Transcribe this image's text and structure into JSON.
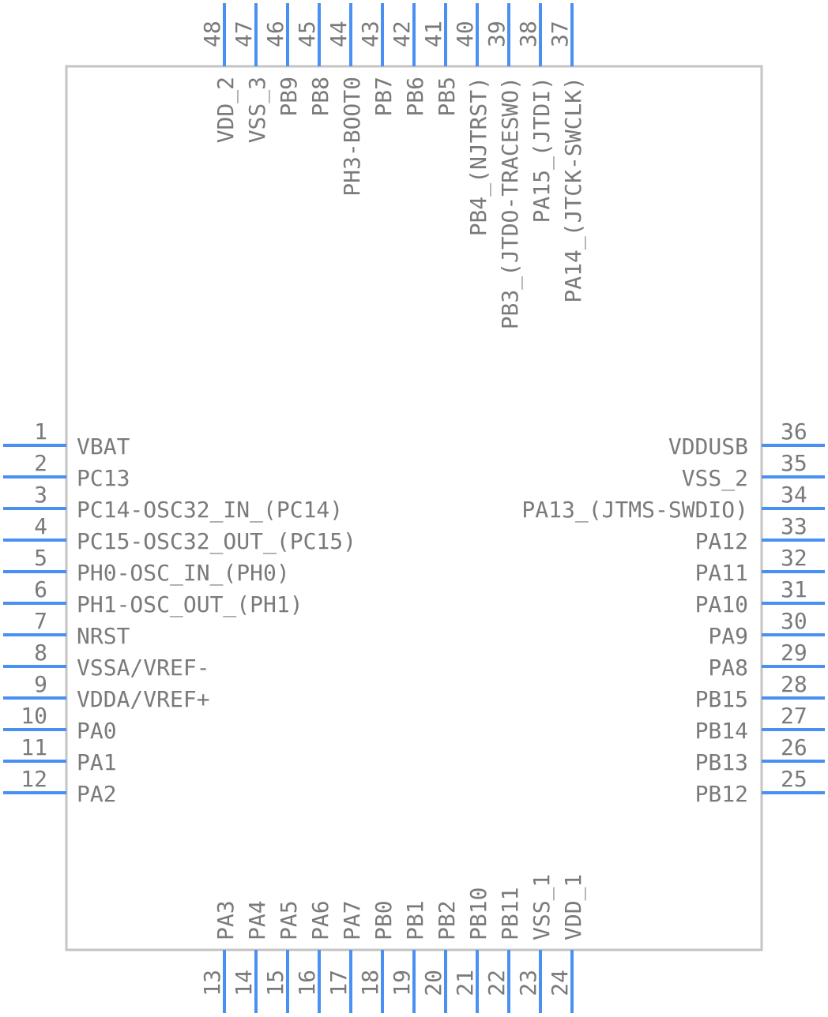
{
  "left_pins": [
    {
      "number": "1",
      "label": "VBAT"
    },
    {
      "number": "2",
      "label": "PC13"
    },
    {
      "number": "3",
      "label": "PC14-OSC32_IN_(PC14)"
    },
    {
      "number": "4",
      "label": "PC15-OSC32_OUT_(PC15)"
    },
    {
      "number": "5",
      "label": "PH0-OSC_IN_(PH0)"
    },
    {
      "number": "6",
      "label": "PH1-OSC_OUT_(PH1)"
    },
    {
      "number": "7",
      "label": "NRST"
    },
    {
      "number": "8",
      "label": "VSSA/VREF-"
    },
    {
      "number": "9",
      "label": "VDDA/VREF+"
    },
    {
      "number": "10",
      "label": "PA0"
    },
    {
      "number": "11",
      "label": "PA1"
    },
    {
      "number": "12",
      "label": "PA2"
    }
  ],
  "bottom_pins": [
    {
      "number": "13",
      "label": "PA3"
    },
    {
      "number": "14",
      "label": "PA4"
    },
    {
      "number": "15",
      "label": "PA5"
    },
    {
      "number": "16",
      "label": "PA6"
    },
    {
      "number": "17",
      "label": "PA7"
    },
    {
      "number": "18",
      "label": "PB0"
    },
    {
      "number": "19",
      "label": "PB1"
    },
    {
      "number": "20",
      "label": "PB2"
    },
    {
      "number": "21",
      "label": "PB10"
    },
    {
      "number": "22",
      "label": "PB11"
    },
    {
      "number": "23",
      "label": "VSS_1"
    },
    {
      "number": "24",
      "label": "VDD_1"
    }
  ],
  "right_pins": [
    {
      "number": "36",
      "label": "VDDUSB"
    },
    {
      "number": "35",
      "label": "VSS_2"
    },
    {
      "number": "34",
      "label": "PA13_(JTMS-SWDIO)"
    },
    {
      "number": "33",
      "label": "PA12"
    },
    {
      "number": "32",
      "label": "PA11"
    },
    {
      "number": "31",
      "label": "PA10"
    },
    {
      "number": "30",
      "label": "PA9"
    },
    {
      "number": "29",
      "label": "PA8"
    },
    {
      "number": "28",
      "label": "PB15"
    },
    {
      "number": "27",
      "label": "PB14"
    },
    {
      "number": "26",
      "label": "PB13"
    },
    {
      "number": "25",
      "label": "PB12"
    }
  ],
  "top_pins": [
    {
      "number": "48",
      "label": "VDD_2"
    },
    {
      "number": "47",
      "label": "VSS_3"
    },
    {
      "number": "46",
      "label": "PB9"
    },
    {
      "number": "45",
      "label": "PB8"
    },
    {
      "number": "44",
      "label": "PH3-BOOT0"
    },
    {
      "number": "43",
      "label": "PB7"
    },
    {
      "number": "42",
      "label": "PB6"
    },
    {
      "number": "41",
      "label": "PB5"
    },
    {
      "number": "40",
      "label": "PB4_(NJTRST)"
    },
    {
      "number": "39",
      "label": "PB3_(JTDO-TRACESWO)"
    },
    {
      "number": "38",
      "label": "PA15_(JTDI)"
    },
    {
      "number": "37",
      "label": "PA14_(JTCK-SWCLK)"
    }
  ],
  "colors": {
    "pin": "#4a90f0",
    "text": "#7a7a7a",
    "body_outline": "#c4c4c4"
  }
}
